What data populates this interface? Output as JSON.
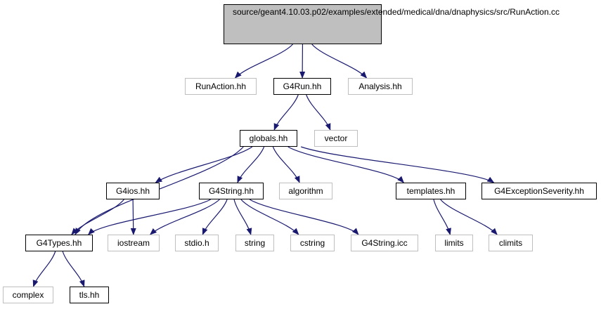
{
  "graph": {
    "root_label_lines": [
      "source/geant4.10.03.p02",
      "/examples/extended/medical",
      "/dna/dnaphysics/src/RunAction.cc"
    ],
    "nodes": {
      "runaction_cc": "source/geant4.10.03.p02/examples/extended/medical/dna/dnaphysics/src/RunAction.cc",
      "runaction_hh": "RunAction.hh",
      "g4run_hh": "G4Run.hh",
      "analysis_hh": "Analysis.hh",
      "globals_hh": "globals.hh",
      "vector": "vector",
      "g4ios_hh": "G4ios.hh",
      "g4string_hh": "G4String.hh",
      "algorithm": "algorithm",
      "templates_hh": "templates.hh",
      "g4exceptionseverity_hh": "G4ExceptionSeverity.hh",
      "g4types_hh": "G4Types.hh",
      "iostream": "iostream",
      "stdio_h": "stdio.h",
      "string": "string",
      "cstring": "cstring",
      "g4string_icc": "G4String.icc",
      "limits": "limits",
      "climits": "climits",
      "complex": "complex",
      "tls_hh": "tls.hh"
    },
    "missing_nodes": [
      "runaction_hh",
      "analysis_hh",
      "vector",
      "algorithm",
      "iostream",
      "stdio_h",
      "string",
      "cstring",
      "g4string_icc",
      "limits",
      "climits",
      "complex"
    ],
    "edges": [
      [
        "runaction_cc",
        "runaction_hh"
      ],
      [
        "runaction_cc",
        "g4run_hh"
      ],
      [
        "runaction_cc",
        "analysis_hh"
      ],
      [
        "g4run_hh",
        "globals_hh"
      ],
      [
        "g4run_hh",
        "vector"
      ],
      [
        "globals_hh",
        "g4types_hh"
      ],
      [
        "globals_hh",
        "g4ios_hh"
      ],
      [
        "globals_hh",
        "g4string_hh"
      ],
      [
        "globals_hh",
        "algorithm"
      ],
      [
        "globals_hh",
        "templates_hh"
      ],
      [
        "globals_hh",
        "g4exceptionseverity_hh"
      ],
      [
        "g4ios_hh",
        "g4types_hh"
      ],
      [
        "g4ios_hh",
        "iostream"
      ],
      [
        "g4string_hh",
        "g4types_hh"
      ],
      [
        "g4string_hh",
        "iostream"
      ],
      [
        "g4string_hh",
        "stdio_h"
      ],
      [
        "g4string_hh",
        "string"
      ],
      [
        "g4string_hh",
        "cstring"
      ],
      [
        "g4string_hh",
        "g4string_icc"
      ],
      [
        "templates_hh",
        "limits"
      ],
      [
        "templates_hh",
        "climits"
      ],
      [
        "g4types_hh",
        "complex"
      ],
      [
        "g4types_hh",
        "tls_hh"
      ]
    ],
    "colors": {
      "edge": "#191970",
      "root_fill": "#bfbfbf",
      "node_border": "#000000",
      "missing_border": "#bfbfbf"
    }
  }
}
